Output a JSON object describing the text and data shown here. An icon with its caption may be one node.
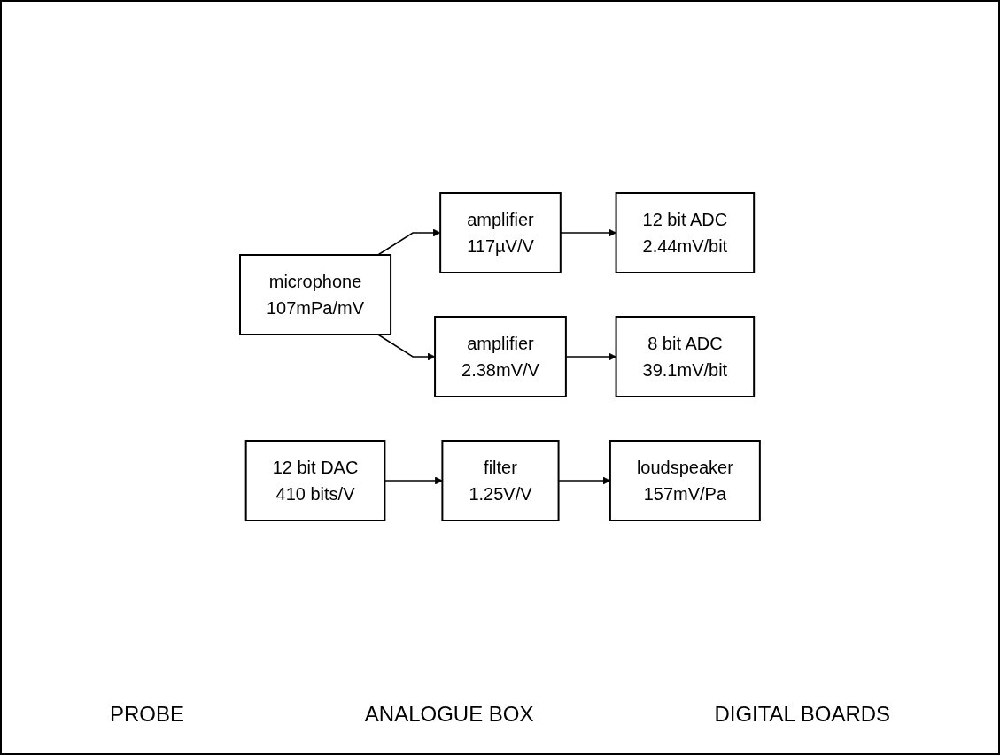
{
  "diagram": {
    "nodes": [
      {
        "text": [
          "microphone",
          "107mPa/mV"
        ]
      },
      {
        "text": [
          "amplifier",
          "117µV/V"
        ]
      },
      {
        "text": [
          "12 bit ADC",
          "2.44mV/bit"
        ]
      },
      {
        "text": [
          "amplifier",
          "2.38mV/V"
        ]
      },
      {
        "text": [
          "8 bit ADC",
          "39.1mV/bit"
        ]
      },
      {
        "text": [
          "loudspeaker",
          "157mV/Pa"
        ]
      },
      {
        "text": [
          "filter",
          "1.25V/V"
        ]
      },
      {
        "text": [
          "12 bit DAC",
          "410 bits/V"
        ]
      }
    ],
    "edges": [
      {
        "from": 0,
        "to": 1,
        "arrow": "to"
      },
      {
        "from": 0,
        "to": 3,
        "arrow": "to"
      },
      {
        "from": 1,
        "to": 2,
        "arrow": "to"
      },
      {
        "from": 3,
        "to": 4,
        "arrow": "to"
      },
      {
        "from": 7,
        "to": 6,
        "arrow": "to"
      },
      {
        "from": 6,
        "to": 5,
        "arrow": "to"
      }
    ],
    "labels": [
      "PROBE",
      "ANALOGUE BOX",
      "DIGITAL BOARDS"
    ]
  }
}
